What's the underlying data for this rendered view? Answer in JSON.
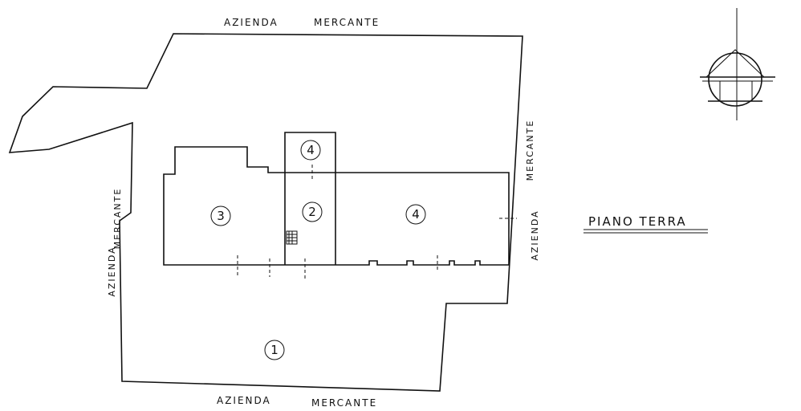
{
  "labels": {
    "top": [
      "AZIENDA",
      "MERCANTE"
    ],
    "bottom": [
      "AZIENDA",
      "MERCANTE"
    ],
    "left": [
      "AZIENDA",
      "MERCANTE"
    ],
    "right": [
      "AZIENDA",
      "MERCANTE"
    ]
  },
  "title": "PIANO TERRA",
  "areas": {
    "courtyard": "1",
    "room_center": "2",
    "room_left": "3",
    "room_top": "4",
    "room_right": "4"
  },
  "icons": [
    "north-arrow-icon",
    "stair-icon"
  ]
}
